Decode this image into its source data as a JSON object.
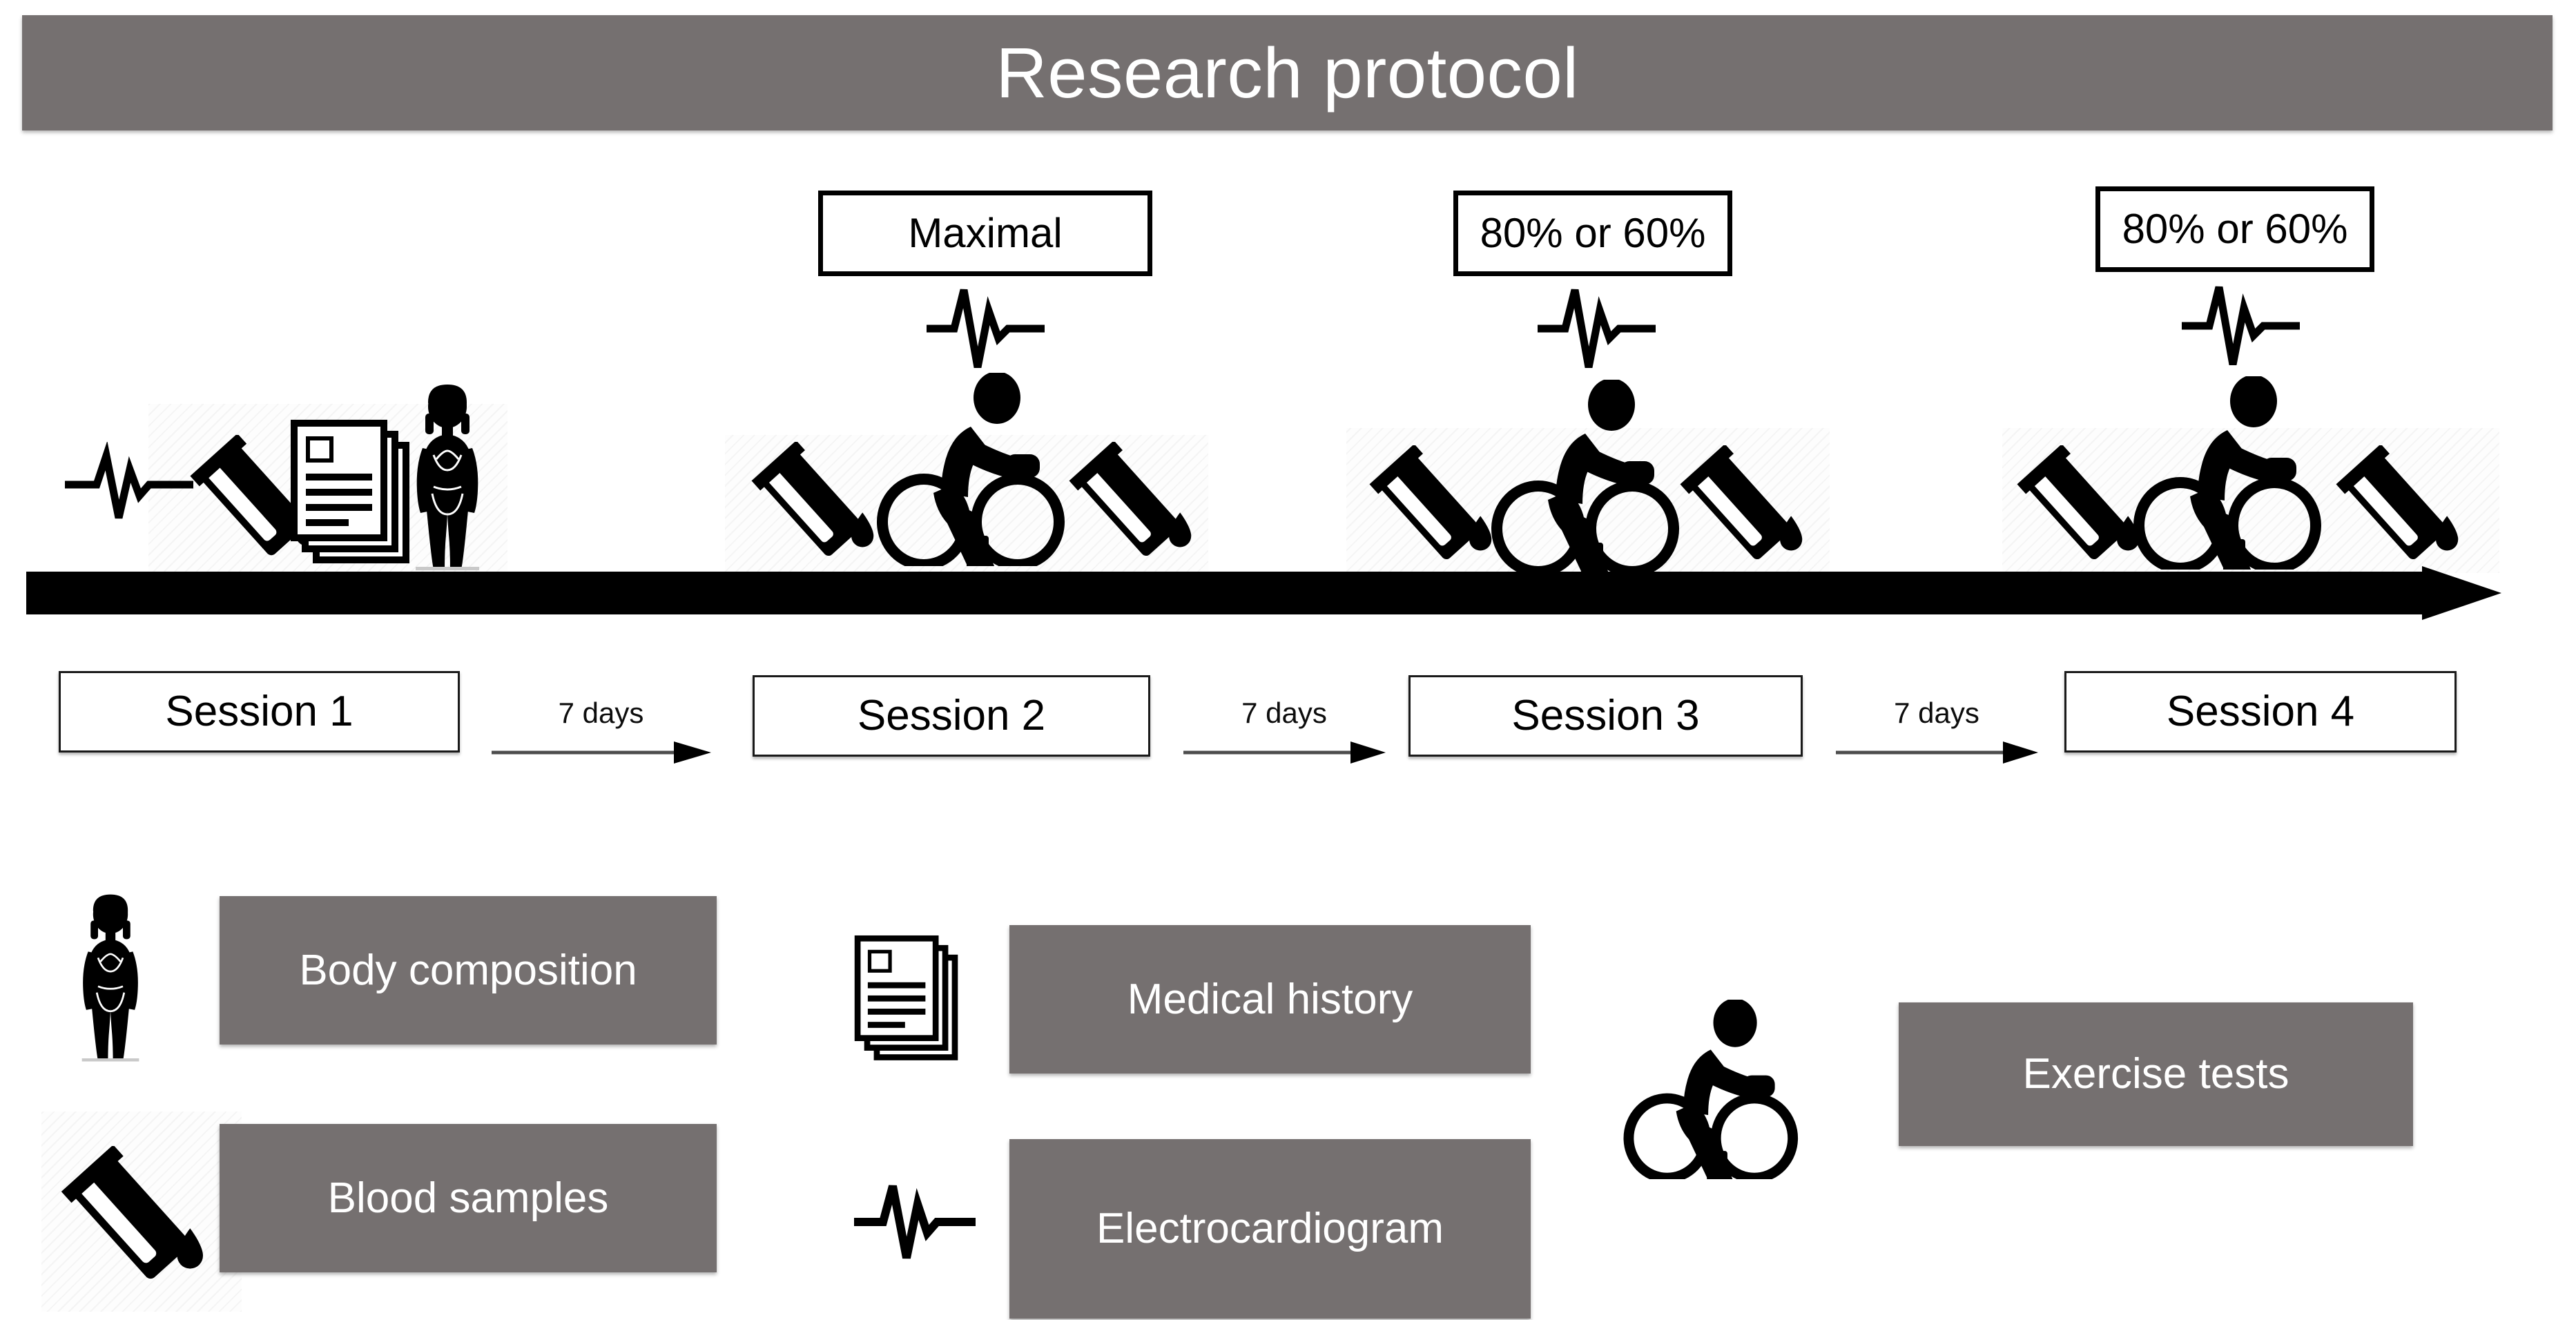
{
  "header": {
    "title": "Research protocol",
    "bar_color": "#757070",
    "title_color": "#ffffff"
  },
  "timeline": {
    "arrow_color": "#000000",
    "gap_label": "7 days",
    "gaps": [
      {
        "label": "7 days"
      },
      {
        "label": "7 days"
      },
      {
        "label": "7 days"
      }
    ],
    "sessions": [
      {
        "label": "Session 1",
        "intensity": null,
        "icons": [
          "ecg-icon",
          "blood-tube-icon",
          "medical-documents-icon",
          "body-composition-icon"
        ]
      },
      {
        "label": "Session 2",
        "intensity": "Maximal",
        "icons": [
          "blood-tube-icon",
          "ecg-icon",
          "cyclist-icon",
          "blood-tube-icon"
        ]
      },
      {
        "label": "Session 3",
        "intensity": "80% or 60%",
        "icons": [
          "blood-tube-icon",
          "ecg-icon",
          "cyclist-icon",
          "blood-tube-icon"
        ]
      },
      {
        "label": "Session 4",
        "intensity": "80% or 60%",
        "icons": [
          "blood-tube-icon",
          "ecg-icon",
          "cyclist-icon",
          "blood-tube-icon"
        ]
      }
    ]
  },
  "legend": {
    "box_color": "#757070",
    "text_color": "#ffffff",
    "items": [
      {
        "label": "Body composition",
        "icon": "body-composition-icon"
      },
      {
        "label": "Blood samples",
        "icon": "blood-tube-icon"
      },
      {
        "label": "Medical history",
        "icon": "medical-documents-icon"
      },
      {
        "label": "Electrocardiogram",
        "icon": "ecg-icon"
      },
      {
        "label": "Exercise tests",
        "icon": "cyclist-icon"
      }
    ]
  }
}
